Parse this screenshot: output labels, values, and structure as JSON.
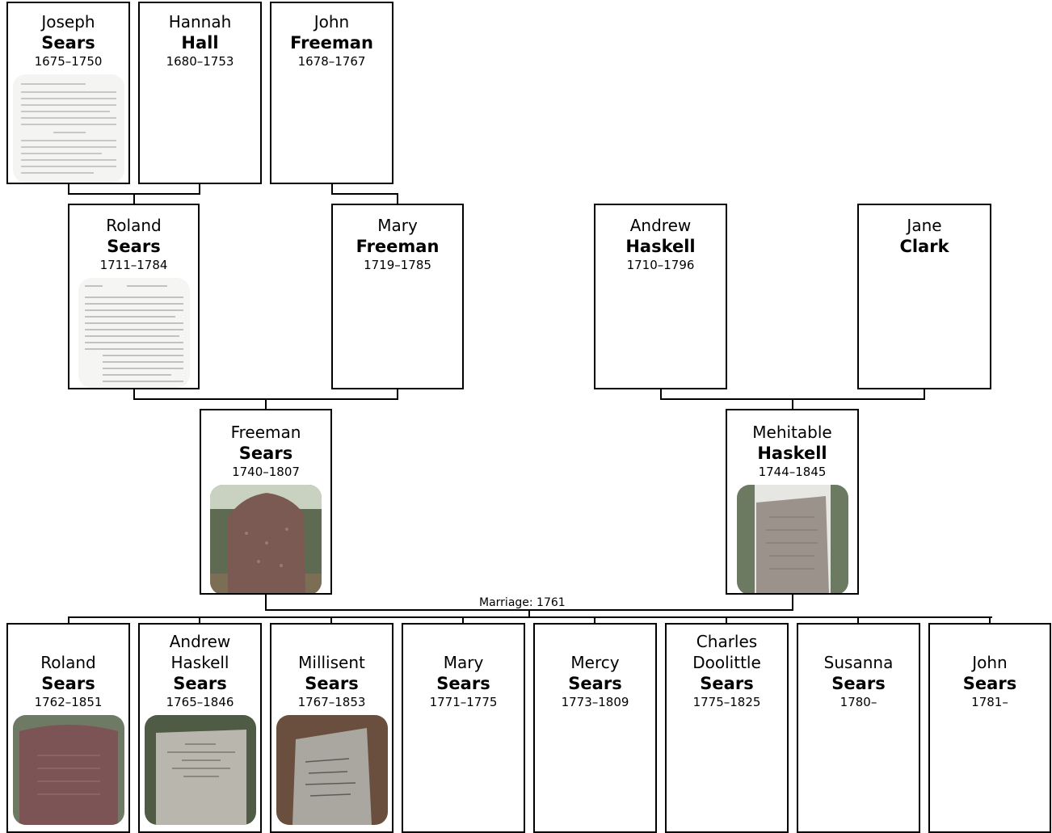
{
  "people": {
    "joseph_sears": {
      "given": "Joseph",
      "surname": "Sears",
      "dates": "1675–1750",
      "photo": "document"
    },
    "hannah_hall": {
      "given": "Hannah",
      "surname": "Hall",
      "dates": "1680–1753"
    },
    "john_freeman": {
      "given": "John",
      "surname": "Freeman",
      "dates": "1678–1767"
    },
    "roland_sears_sr": {
      "given": "Roland",
      "surname": "Sears",
      "dates": "1711–1784",
      "photo": "document"
    },
    "mary_freeman": {
      "given": "Mary",
      "surname": "Freeman",
      "dates": "1719–1785"
    },
    "andrew_haskell": {
      "given": "Andrew",
      "surname": "Haskell",
      "dates": "1710–1796"
    },
    "jane_clark": {
      "given": "Jane",
      "surname": "Clark",
      "dates": ""
    },
    "freeman_sears": {
      "given": "Freeman",
      "surname": "Sears",
      "dates": "1740–1807",
      "photo": "gravestone"
    },
    "mehitable_haskell": {
      "given": "Mehitable",
      "surname": "Haskell",
      "dates": "1744–1845",
      "photo": "gravestone"
    }
  },
  "marriage": {
    "label": "Marriage: 1761"
  },
  "children": [
    {
      "given": "Roland",
      "surname": "Sears",
      "dates": "1762–1851",
      "photo": "gravestone"
    },
    {
      "given": "Andrew Haskell",
      "given_lines": [
        "Andrew",
        "Haskell"
      ],
      "surname": "Sears",
      "dates": "1765–1846",
      "photo": "gravestone"
    },
    {
      "given": "Millisent",
      "surname": "Sears",
      "dates": "1767–1853",
      "photo": "gravestone"
    },
    {
      "given": "Mary",
      "surname": "Sears",
      "dates": "1771–1775"
    },
    {
      "given": "Mercy",
      "surname": "Sears",
      "dates": "1773–1809"
    },
    {
      "given": "Charles Doolittle",
      "given_lines": [
        "Charles",
        "Doolittle"
      ],
      "surname": "Sears",
      "dates": "1775–1825"
    },
    {
      "given": "Susanna",
      "surname": "Sears",
      "dates": "1780–"
    },
    {
      "given": "John",
      "surname": "Sears",
      "dates": "1781–"
    }
  ]
}
